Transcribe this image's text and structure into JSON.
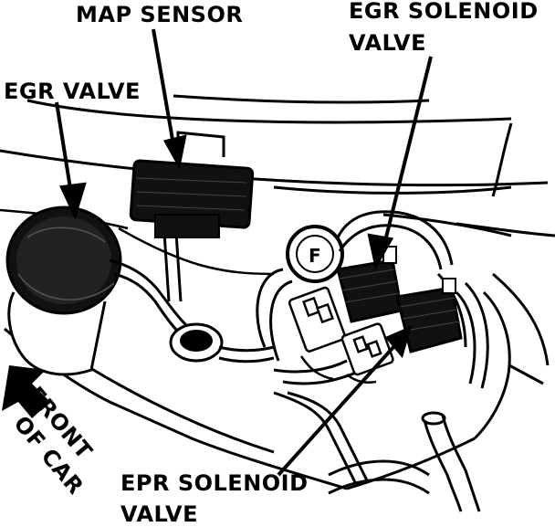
{
  "labels": {
    "map_sensor": "MAP SENSOR",
    "egr_solenoid_line1": "EGR SOLENOID",
    "egr_solenoid_line2": "VALVE",
    "egr_valve": "EGR VALVE",
    "epr_solenoid_line1": "EPR SOLENOID",
    "epr_solenoid_line2": "VALVE",
    "front_line1": "FRONT",
    "front_line2": "OF CAR"
  },
  "colors": {
    "ink": "#000000",
    "paper": "#ffffff"
  }
}
